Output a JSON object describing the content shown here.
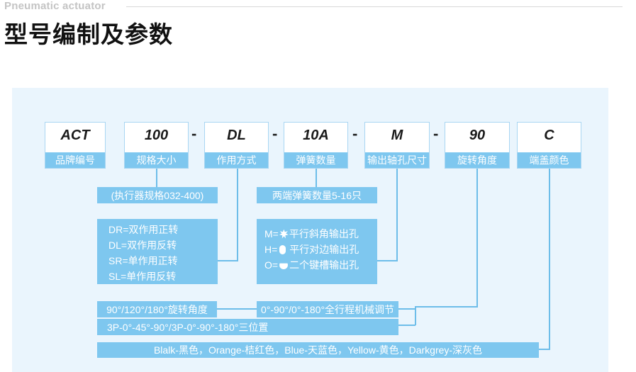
{
  "header": {
    "subtitle": "Pneumatic actuator",
    "title": "型号编制及参数"
  },
  "codes": [
    {
      "code": "ACT",
      "label": "品牌编号"
    },
    {
      "code": "100",
      "label": "规格大小"
    },
    {
      "code": "DL",
      "label": "作用方式"
    },
    {
      "code": "10A",
      "label": "弹簧数量"
    },
    {
      "code": "M",
      "label": "输出轴孔尺寸"
    },
    {
      "code": "90",
      "label": "旋转角度"
    },
    {
      "code": "C",
      "label": "端盖颜色"
    }
  ],
  "dash": "-",
  "size_range": "(执行器规格032-400)",
  "spring_range": "两端弹簧数量5-16只",
  "action_types": [
    "DR=双作用正转",
    "DL=双作用反转",
    "SR=单作用正转",
    "SL=单作用反转"
  ],
  "shaft_hole": {
    "m": {
      "prefix": "M=",
      "text": "平行斜角输出孔",
      "icon": "star-icon"
    },
    "h": {
      "prefix": "H=",
      "text": "平行对边输出孔",
      "icon": "pill-icon"
    },
    "o": {
      "prefix": "O=",
      "text": "二个键槽输出孔",
      "icon": "half-circle-icon"
    }
  },
  "angles": "90°/120°/180°旋转角度",
  "adjust": "0°-90°/0°-180°全行程机械调节",
  "positions": "3P-0°-45°-90°/3P-0°-90°-180°三位置",
  "colors": "Blalk-黑色，Orange-桔红色，Blue-天蓝色，Yellow-黄色，Darkgrey-深灰色",
  "palette": {
    "accent": "#7ec7ef",
    "panel": "#eaf5fd",
    "line": "#6dbde9"
  }
}
